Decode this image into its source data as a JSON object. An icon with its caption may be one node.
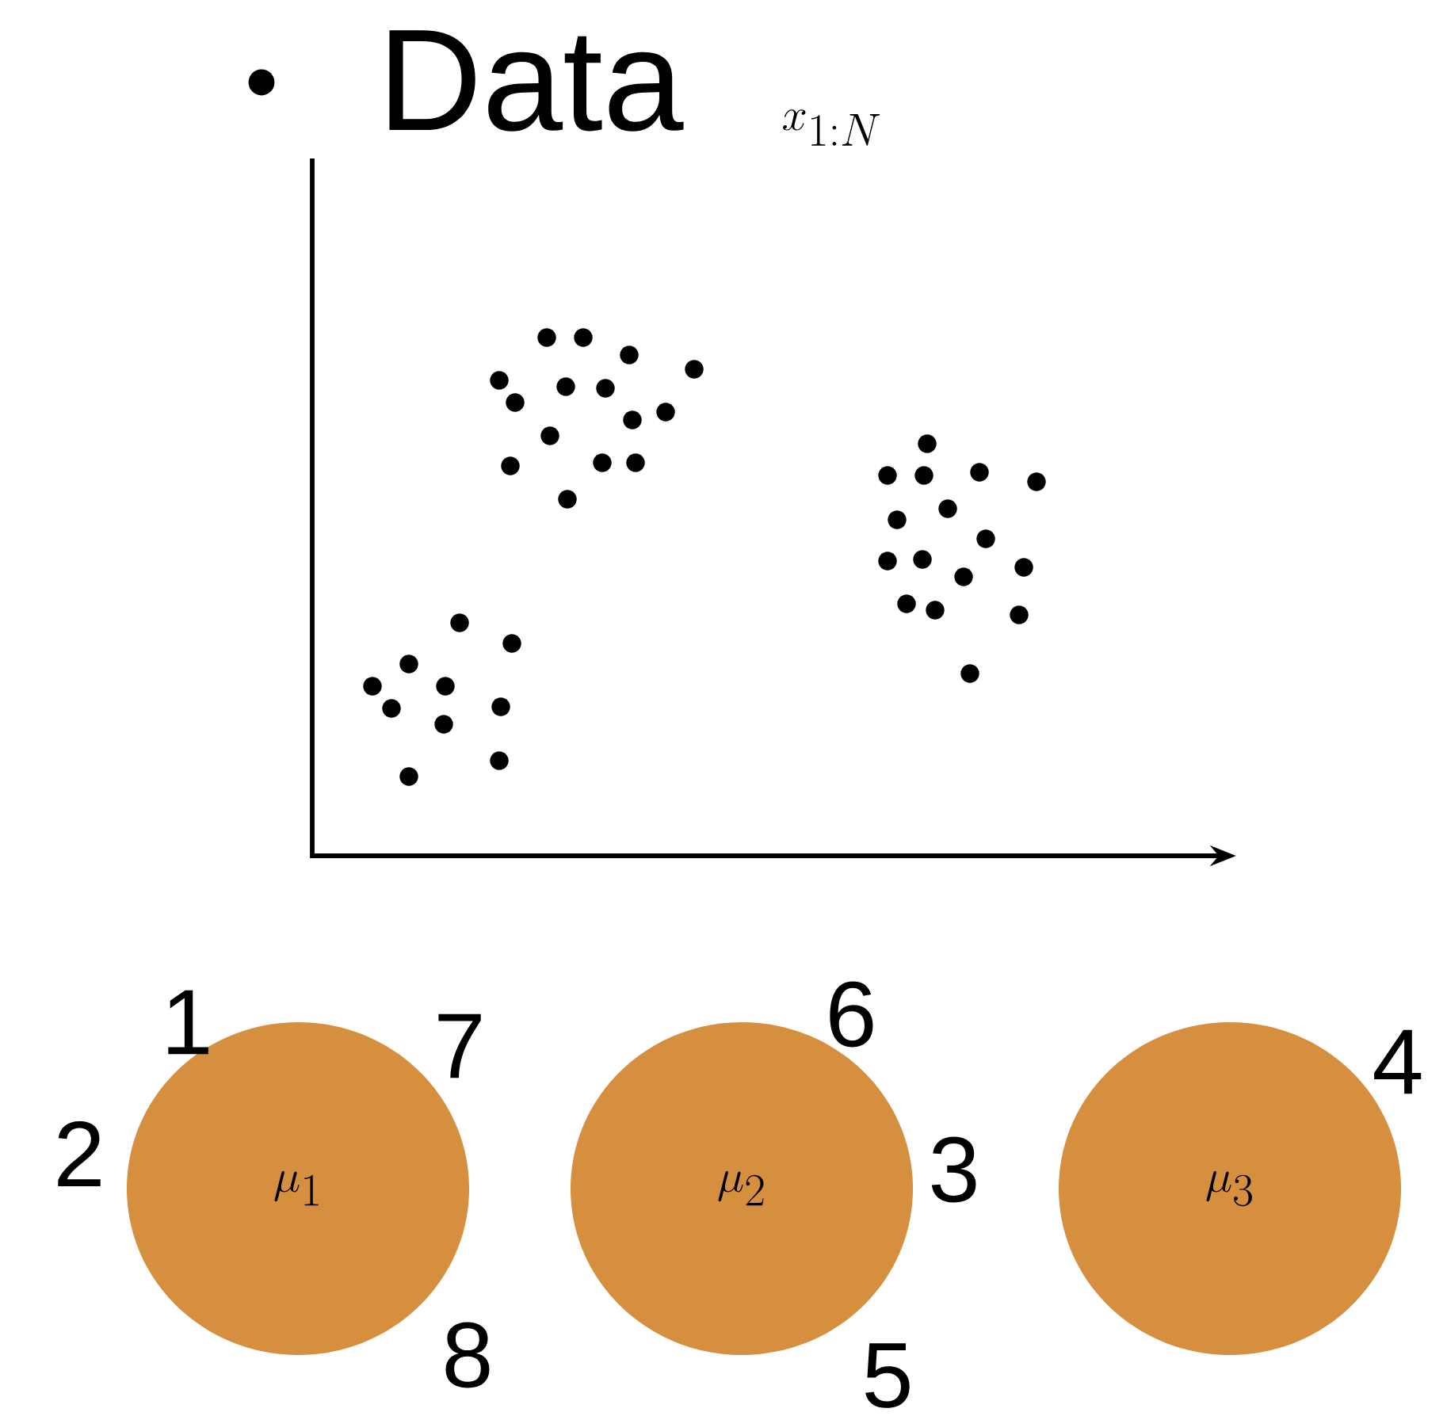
{
  "diagram": {
    "nodes": [
      {
        "text": [
          "\\mu_1"
        ],
        "beside": [
          "1",
          "7",
          "2",
          "8"
        ]
      },
      {
        "text": [
          "\\mu_2"
        ],
        "beside": [
          "6",
          "3",
          "5"
        ]
      },
      {
        "text": [
          "\\mu_3"
        ],
        "beside": [
          "4"
        ]
      }
    ],
    "labels": [
      "Data",
      "x_{1:N}"
    ]
  }
}
